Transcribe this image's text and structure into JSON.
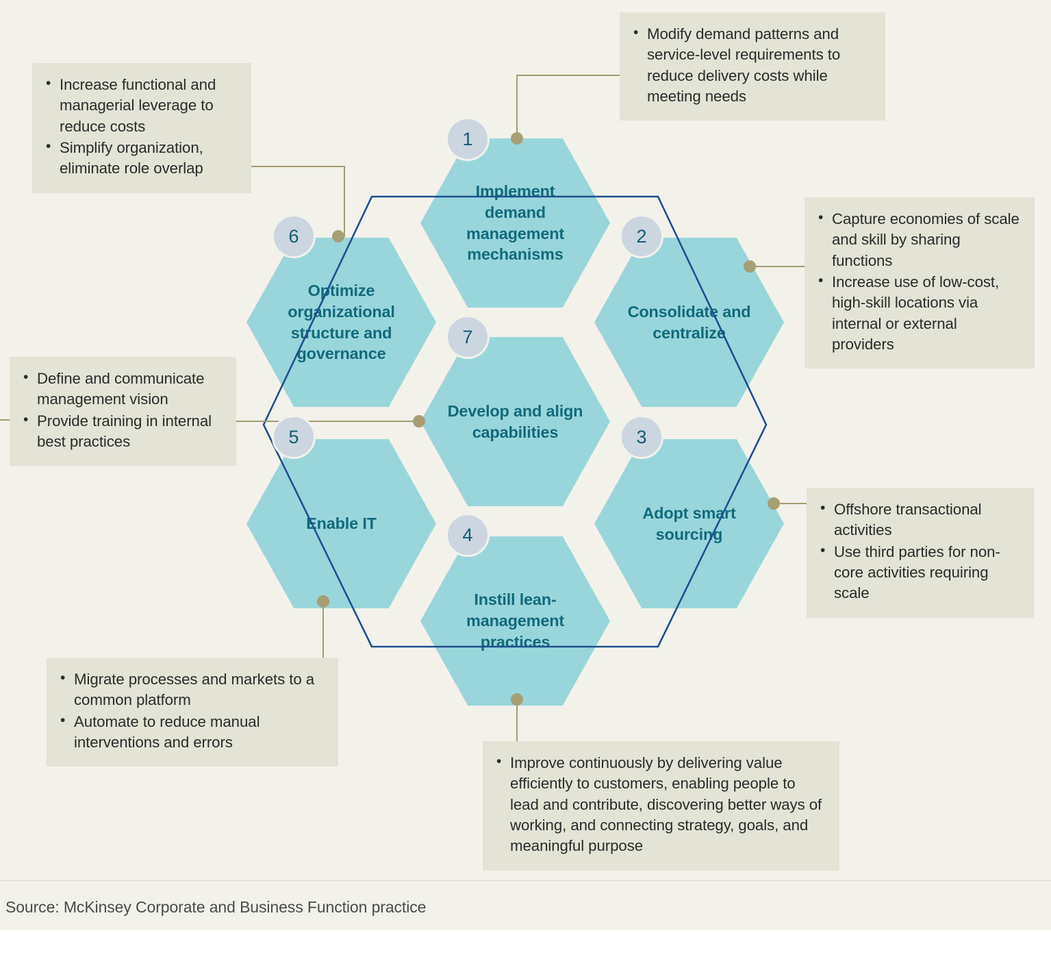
{
  "colors": {
    "background": "#f2f2ea",
    "hexagon_fill": "#99d6dc",
    "hexagon_text": "#126a7c",
    "badge_fill": "#ccd6e1",
    "badge_text": "#115c70",
    "callout_fill": "#e3e3d6",
    "callout_text": "#2b2b2b",
    "outline_stroke": "#1f4f8f",
    "leader_line": "#a39b71"
  },
  "diagram": {
    "type": "honeycomb",
    "hexagons": [
      {
        "number": "1",
        "label": "Implement demand management mechanisms"
      },
      {
        "number": "2",
        "label": "Consolidate and centralize"
      },
      {
        "number": "3",
        "label": "Adopt smart sourcing"
      },
      {
        "number": "4",
        "label": "Instill lean-management practices"
      },
      {
        "number": "5",
        "label": "Enable IT"
      },
      {
        "number": "6",
        "label": "Optimize organizational structure and governance"
      },
      {
        "number": "7",
        "label": "Develop and align capabilities"
      }
    ],
    "callouts": [
      {
        "id": "callout-1",
        "for_hexagon": "1",
        "bullets": [
          "Modify demand patterns and service-level requirements to reduce delivery costs while meeting needs"
        ]
      },
      {
        "id": "callout-2",
        "for_hexagon": "2",
        "bullets": [
          "Capture economies of scale and skill by sharing functions",
          "Increase use of low-cost, high-skill locations via internal or external providers"
        ]
      },
      {
        "id": "callout-3",
        "for_hexagon": "3",
        "bullets": [
          "Offshore transactional activities",
          "Use third parties for non-core activities requiring scale"
        ]
      },
      {
        "id": "callout-4",
        "for_hexagon": "4",
        "bullets": [
          "Improve continuously by delivering value efficiently to customers, enabling people to lead and contribute, discovering better ways of working, and connecting strategy, goals, and meaningful purpose"
        ]
      },
      {
        "id": "callout-5",
        "for_hexagon": "5",
        "bullets": [
          "Migrate processes and markets to a common platform",
          "Automate to reduce manual interventions and errors"
        ]
      },
      {
        "id": "callout-6",
        "for_hexagon": "6",
        "bullets": [
          "Increase functional and managerial leverage to reduce costs",
          "Simplify organization, eliminate role overlap"
        ]
      },
      {
        "id": "callout-7",
        "for_hexagon": "7",
        "bullets": [
          "Define and communicate management vision",
          "Provide training in internal best practices"
        ]
      }
    ]
  },
  "footer": {
    "source": "Source: McKinsey Corporate and Business Function practice"
  }
}
